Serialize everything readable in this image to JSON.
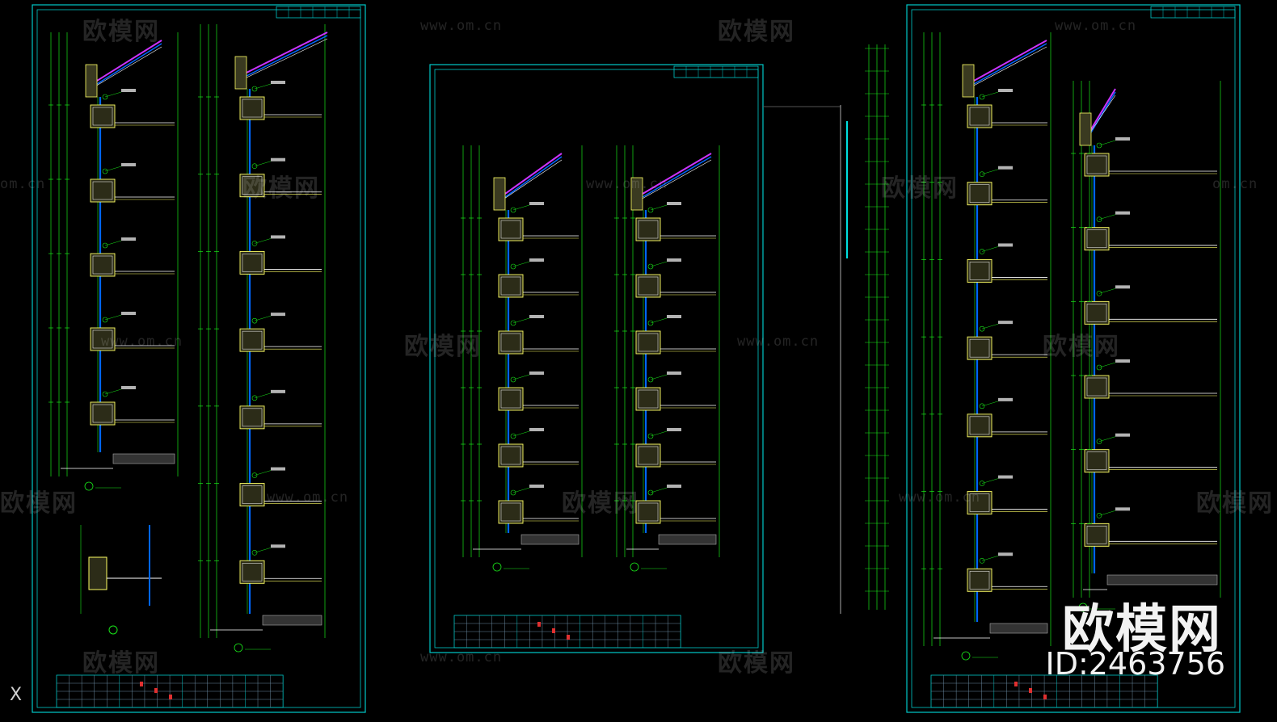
{
  "watermark": {
    "brand_cn": "欧模网",
    "url": "www.om.cn",
    "url_partial": "om.cn"
  },
  "badge": {
    "brand": "欧模网",
    "id_text": "ID:2463756"
  },
  "corner_mark": "X",
  "palette": {
    "background": "#000000",
    "frame": "#00c8c8",
    "dimension": "#19e619",
    "wall": "#ffff64",
    "glass": "#0066ff",
    "roof": "#cc33ff",
    "text": "#ffffff"
  }
}
